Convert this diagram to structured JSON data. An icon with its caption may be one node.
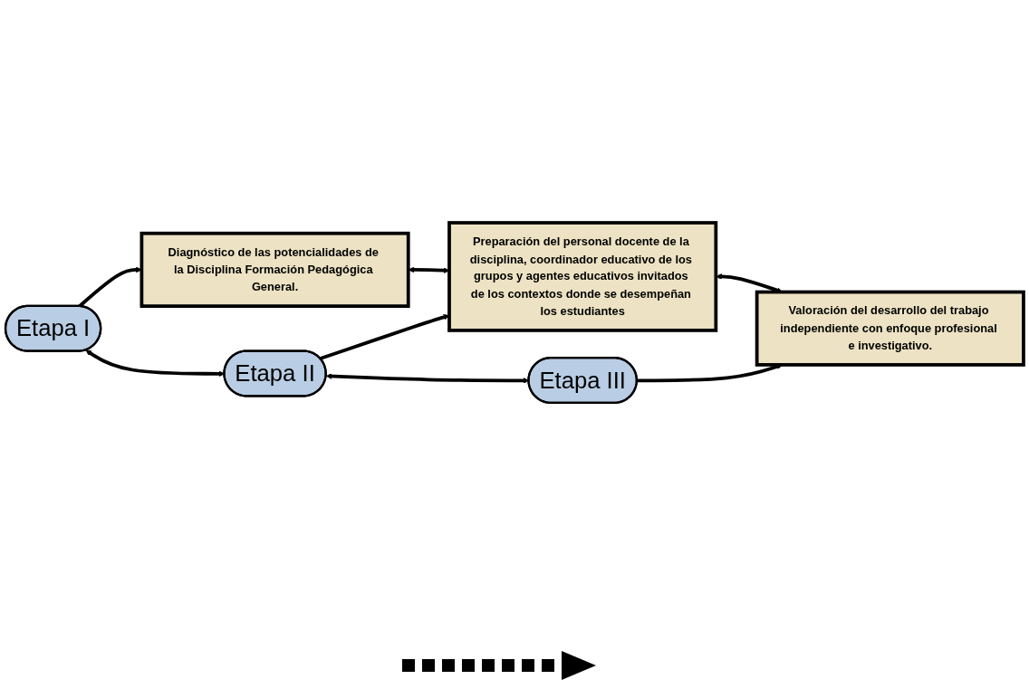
{
  "diagram": {
    "nodes": [
      {
        "text": [
          "Etapa I"
        ]
      },
      {
        "text": [
          "Etapa II"
        ]
      },
      {
        "text": [
          "Etapa III"
        ]
      },
      {
        "text": [
          "Diagnóstico de las potencialidades de la Disciplina Formación Pedagógica General."
        ]
      },
      {
        "text": [
          "Preparación del personal docente de la disciplina, coordinador educativo de los grupos y agentes educativos invitados de los contextos donde se desempeñan los estudiantes"
        ]
      },
      {
        "text": [
          "Valoración del desarrollo del trabajo independiente con enfoque profesional e investigativo."
        ]
      }
    ],
    "edges": [
      {
        "from": 0,
        "to": 3,
        "arrow": "to"
      },
      {
        "from": 0,
        "to": 1,
        "arrow": "both"
      },
      {
        "from": 3,
        "to": 4,
        "arrow": "both"
      },
      {
        "from": 1,
        "to": 4,
        "arrow": "to"
      },
      {
        "from": 1,
        "to": 2,
        "arrow": "both"
      },
      {
        "from": 4,
        "to": 5,
        "arrow": "both"
      },
      {
        "from": 2,
        "to": 5,
        "arrow": "to"
      }
    ]
  }
}
